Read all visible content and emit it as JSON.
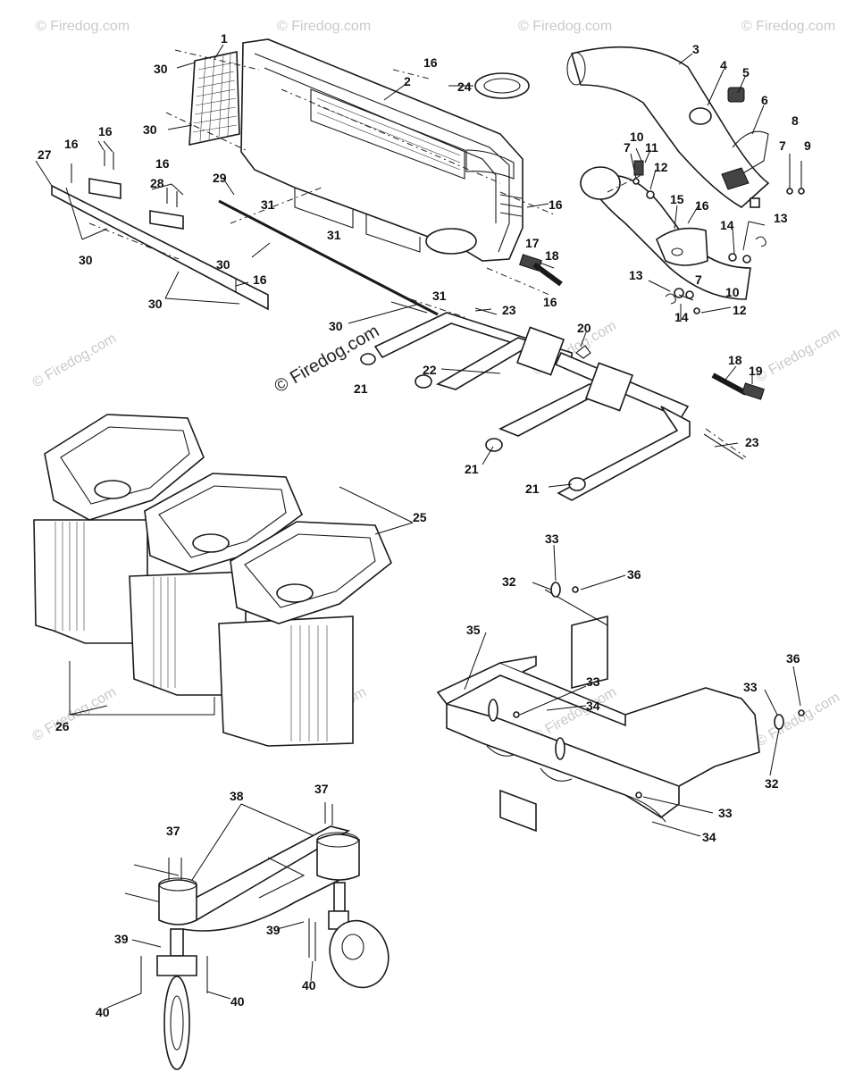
{
  "watermark": {
    "copyright_center": "© Firedog.com",
    "faint": [
      "© Firedog.com"
    ]
  },
  "callouts": {
    "c1": "1",
    "c2": "2",
    "c3": "3",
    "c4": "4",
    "c5": "5",
    "c6": "6",
    "c7a": "7",
    "c7b": "7",
    "c7c": "7",
    "c8": "8",
    "c9": "9",
    "c10a": "10",
    "c10b": "10",
    "c11": "11",
    "c12a": "12",
    "c12b": "12",
    "c13a": "13",
    "c13b": "13",
    "c14a": "14",
    "c14b": "14",
    "c15": "15",
    "c16a": "16",
    "c16b": "16",
    "c16c": "16",
    "c16d": "16",
    "c16e": "16",
    "c16f": "16",
    "c16g": "16",
    "c16h": "16",
    "c17": "17",
    "c18a": "18",
    "c18b": "18",
    "c19": "19",
    "c20": "20",
    "c21a": "21",
    "c21b": "21",
    "c21c": "21",
    "c22": "22",
    "c23a": "23",
    "c23b": "23",
    "c24": "24",
    "c25": "25",
    "c26": "26",
    "c27": "27",
    "c28": "28",
    "c29": "29",
    "c30a": "30",
    "c30b": "30",
    "c30c": "30",
    "c30d": "30",
    "c30e": "30",
    "c30f": "30",
    "c31a": "31",
    "c31b": "31",
    "c31c": "31",
    "c32a": "32",
    "c32b": "32",
    "c33a": "33",
    "c33b": "33",
    "c33c": "33",
    "c33d": "33",
    "c34a": "34",
    "c34b": "34",
    "c35": "35",
    "c36a": "36",
    "c36b": "36",
    "c37a": "37",
    "c37b": "37",
    "c38": "38",
    "c39a": "39",
    "c39b": "39",
    "c40a": "40",
    "c40b": "40",
    "c40c": "40"
  }
}
